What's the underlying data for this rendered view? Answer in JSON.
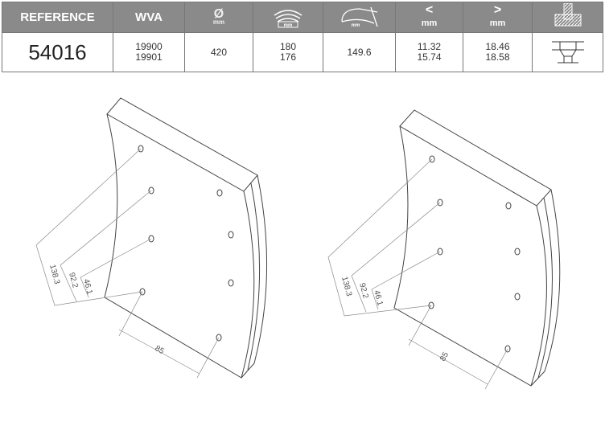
{
  "table": {
    "headers": {
      "reference": "REFERENCE",
      "wva": "WVA",
      "diameter_symbol": "Ø",
      "unit": "mm",
      "less_symbol": "<",
      "greater_symbol": ">"
    },
    "row": {
      "reference": "54016",
      "wva": [
        "19900",
        "19901"
      ],
      "diameter": "420",
      "width": [
        "180",
        "176"
      ],
      "length": "149.6",
      "thickness_min": [
        "11.32",
        "15.74"
      ],
      "thickness_max": [
        "18.46",
        "18.58"
      ]
    }
  },
  "drawings": {
    "dimensions": [
      "138.3",
      "92.2",
      "46.1",
      "85"
    ]
  }
}
